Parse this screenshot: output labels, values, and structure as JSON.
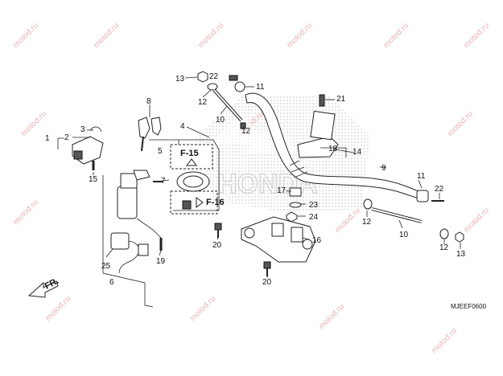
{
  "diagram": {
    "figure_code": "MJEEF0600",
    "direction_label": "FR.",
    "reference_labels": [
      "F-15",
      "F-16"
    ],
    "watermark_text": "motod.ru",
    "brand_text": "HONDA",
    "callouts": [
      {
        "id": "c1",
        "text": "1"
      },
      {
        "id": "c2",
        "text": "2"
      },
      {
        "id": "c3",
        "text": "3"
      },
      {
        "id": "c4",
        "text": "4"
      },
      {
        "id": "c5",
        "text": "5"
      },
      {
        "id": "c6",
        "text": "6"
      },
      {
        "id": "c7",
        "text": "7"
      },
      {
        "id": "c8",
        "text": "8"
      },
      {
        "id": "c9",
        "text": "9"
      },
      {
        "id": "c10a",
        "text": "10"
      },
      {
        "id": "c10b",
        "text": "10"
      },
      {
        "id": "c11a",
        "text": "11"
      },
      {
        "id": "c11b",
        "text": "11"
      },
      {
        "id": "c12a",
        "text": "12"
      },
      {
        "id": "c12b",
        "text": "12"
      },
      {
        "id": "c12c",
        "text": "12"
      },
      {
        "id": "c12d",
        "text": "12"
      },
      {
        "id": "c13a",
        "text": "13"
      },
      {
        "id": "c13b",
        "text": "13"
      },
      {
        "id": "c14",
        "text": "14"
      },
      {
        "id": "c15",
        "text": "15"
      },
      {
        "id": "c16",
        "text": "16"
      },
      {
        "id": "c17",
        "text": "17"
      },
      {
        "id": "c18",
        "text": "18"
      },
      {
        "id": "c19",
        "text": "19"
      },
      {
        "id": "c20a",
        "text": "20"
      },
      {
        "id": "c20b",
        "text": "20"
      },
      {
        "id": "c21",
        "text": "21"
      },
      {
        "id": "c22a",
        "text": "22"
      },
      {
        "id": "c22b",
        "text": "22"
      },
      {
        "id": "c23",
        "text": "23"
      },
      {
        "id": "c24",
        "text": "24"
      },
      {
        "id": "c25",
        "text": "25"
      }
    ]
  },
  "colors": {
    "line": "#222222",
    "watermark": "#e9b4b4",
    "dot_pattern": "#bbbbbb"
  }
}
